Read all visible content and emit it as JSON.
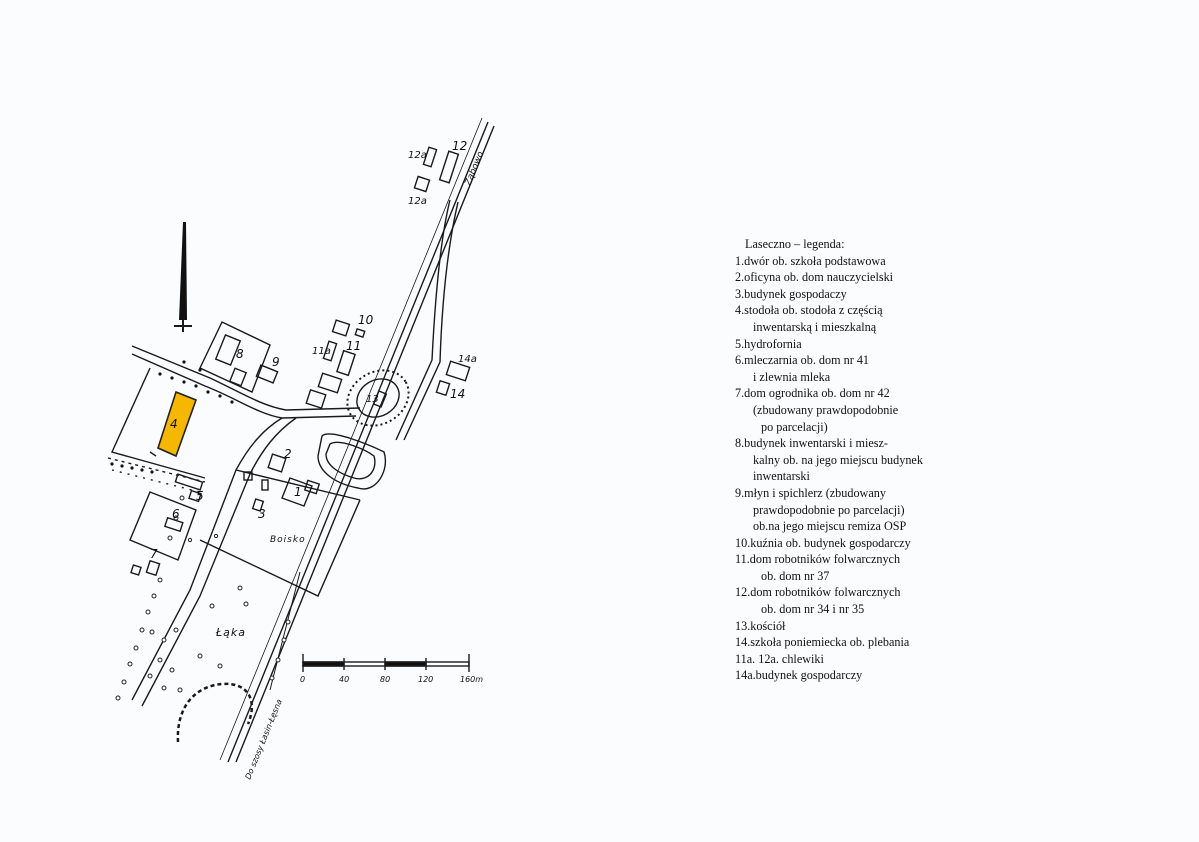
{
  "map": {
    "labels": {
      "n1": "1",
      "n2": "2",
      "n3": "3",
      "n4": "4",
      "n5": "5",
      "n6": "6",
      "n7": "7",
      "n8": "8",
      "n9": "9",
      "n10": "10",
      "n11": "11",
      "n11a": "11a",
      "n12": "12",
      "n12a_top": "12a",
      "n12a_bottom": "12a",
      "n13": "13",
      "n14": "14",
      "n14a": "14a",
      "boisko": "Boisko",
      "laka": "Łąka",
      "zabowo": "Ząbowo",
      "road_bottom": "Do szosy Łasin-Łęsna"
    },
    "scale": {
      "ticks": [
        "0",
        "40",
        "80",
        "120",
        "160m"
      ]
    },
    "highlight_color": "#f5b700"
  },
  "legend": {
    "title": "Laseczno – legenda:",
    "lines": [
      "1.dwór ob. szkoła podstawowa",
      "2.oficyna ob. dom nauczycielski",
      "3.budynek gospodaczy",
      "4.stodoła ob. stodoła z częścią",
      "inwentarską i mieszkalną",
      "5.hydrofornia",
      "6.mleczarnia ob. dom nr 41",
      "i zlewnia mleka",
      "7.dom ogrodnika ob. dom nr 42",
      "(zbudowany prawdopodobnie",
      "po parcelacji)",
      "8.budynek inwentarski i miesz-",
      "kalny ob. na jego miejscu budynek",
      "inwentarski",
      "9.młyn i spichlerz (zbudowany",
      "prawdopodobnie po parcelacji)",
      "ob.na jego miejscu remiza OSP",
      "10.kuźnia ob. budynek gospodarczy",
      "11.dom robotników folwarcznych",
      "ob. dom nr 37",
      "12.dom robotników folwarcznych",
      "ob. dom nr 34  i nr 35",
      "13.kościół",
      "14.szkoła poniemiecka ob. plebania",
      "11a. 12a. chlewiki",
      "14a.budynek gospodarczy"
    ]
  }
}
